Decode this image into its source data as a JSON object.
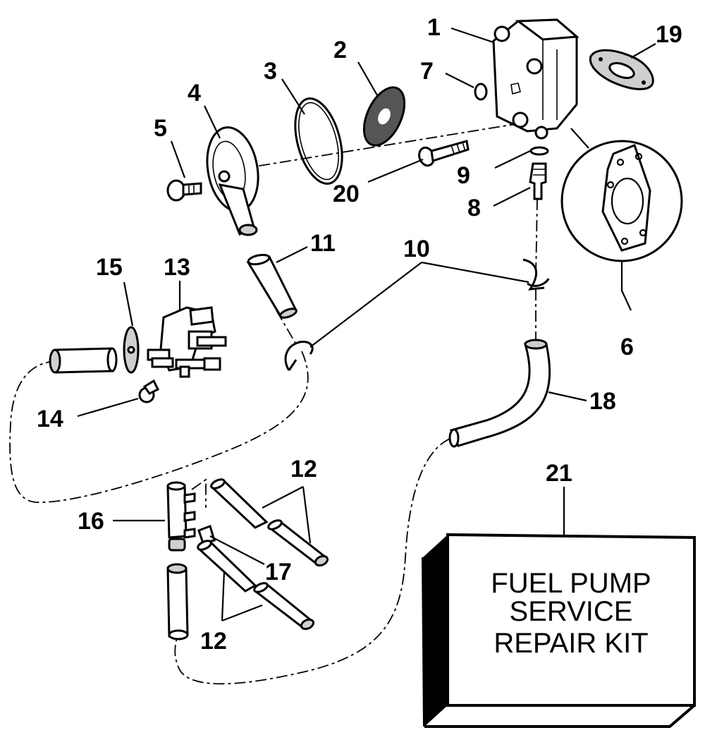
{
  "callouts": {
    "p1": "1",
    "p2": "2",
    "p3": "3",
    "p4": "4",
    "p5": "5",
    "p6": "6",
    "p7": "7",
    "p8": "8",
    "p9": "9",
    "p10": "10",
    "p11": "11",
    "p12a": "12",
    "p12b": "12",
    "p13": "13",
    "p14": "14",
    "p15": "15",
    "p16": "16",
    "p17": "17",
    "p18": "18",
    "p19": "19",
    "p20": "20",
    "p21": "21"
  },
  "kit": {
    "line1": "FUEL PUMP",
    "line2": "SERVICE",
    "line3": "REPAIR KIT"
  }
}
